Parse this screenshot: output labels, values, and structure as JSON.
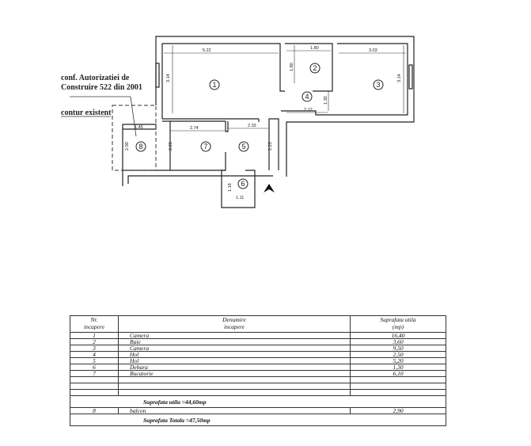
{
  "plan": {
    "note_line1": "conf. Autorizatiei de",
    "note_line2": "Construire 522 din 2001",
    "contour_label": "contur existent",
    "room_numbers": [
      "1",
      "2",
      "3",
      "4",
      "5",
      "6",
      "7",
      "8"
    ],
    "dimensions": {
      "r1_width": "5.22",
      "r1_height": "3.14",
      "r2_width": "1.80",
      "r2_height": "1.80",
      "r3_width": "3.03",
      "r3_height": "3.14",
      "r4_height": "1.30",
      "r4_width": "2.12",
      "r7_width": "2.74",
      "r5_width": "2.33",
      "r8_width": "1.45",
      "r8_height": "2.00",
      "r7_height": "2.23",
      "r5_height": "2.23",
      "r6_height": "1.18",
      "r6_width": "1.11"
    },
    "north_arrow": "north-arrow-icon"
  },
  "table": {
    "headers": {
      "nr": [
        "Nr.",
        "incapere"
      ],
      "name": [
        "Denumire",
        "incapere"
      ],
      "area": [
        "Suprafata utila",
        "(mp)"
      ]
    },
    "rows": [
      {
        "nr": "1",
        "name": "Camera",
        "area": "16,40"
      },
      {
        "nr": "2",
        "name": "Baie",
        "area": "3,60"
      },
      {
        "nr": "3",
        "name": "Camera",
        "area": "9,50"
      },
      {
        "nr": "4",
        "name": "Hol",
        "area": "2,50"
      },
      {
        "nr": "5",
        "name": "Hol",
        "area": "5,20"
      },
      {
        "nr": "6",
        "name": "Debara",
        "area": "1,30"
      },
      {
        "nr": "7",
        "name": "Bucatorie",
        "area": "6,10"
      }
    ],
    "useful_total": "Suprafata utila  =44,60mp",
    "balcony": {
      "nr": "8",
      "name": "balcon",
      "area": "2,90"
    },
    "grand_total": "Suprafata Totala =47,50mp"
  }
}
